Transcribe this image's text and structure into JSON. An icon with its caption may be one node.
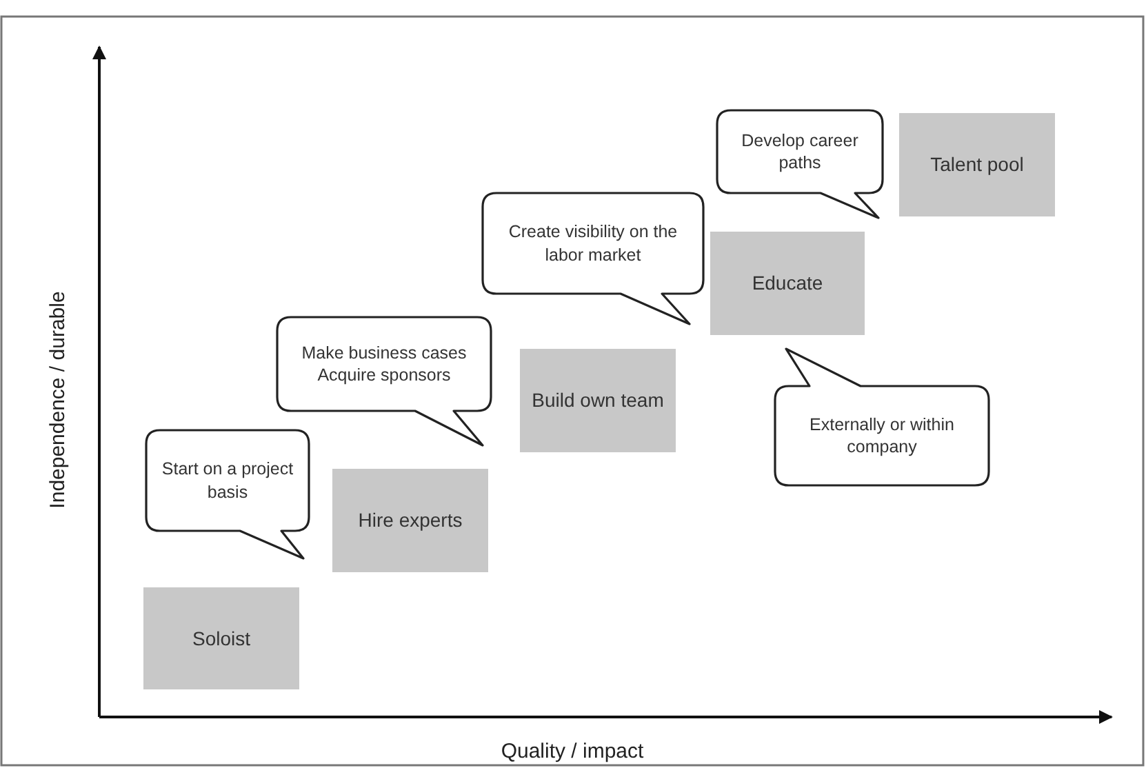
{
  "diagram": {
    "nodes": [
      {
        "text": [
          "Develop career paths"
        ]
      },
      {
        "text": [
          "Talent pool"
        ]
      },
      {
        "text": [
          "Create visibility on the labor market"
        ]
      },
      {
        "text": [
          "Educate"
        ]
      },
      {
        "text": [
          "Make business cases",
          "Acquire sponsors"
        ]
      },
      {
        "text": [
          "Build own team"
        ]
      },
      {
        "text": [
          "Externally or within company"
        ]
      },
      {
        "text": [
          "Start on a project basis"
        ]
      },
      {
        "text": [
          "Hire experts"
        ]
      },
      {
        "text": [
          "Soloist"
        ]
      }
    ],
    "edges": [],
    "labels": [
      "Independence / durable",
      "Quality / impact"
    ]
  }
}
